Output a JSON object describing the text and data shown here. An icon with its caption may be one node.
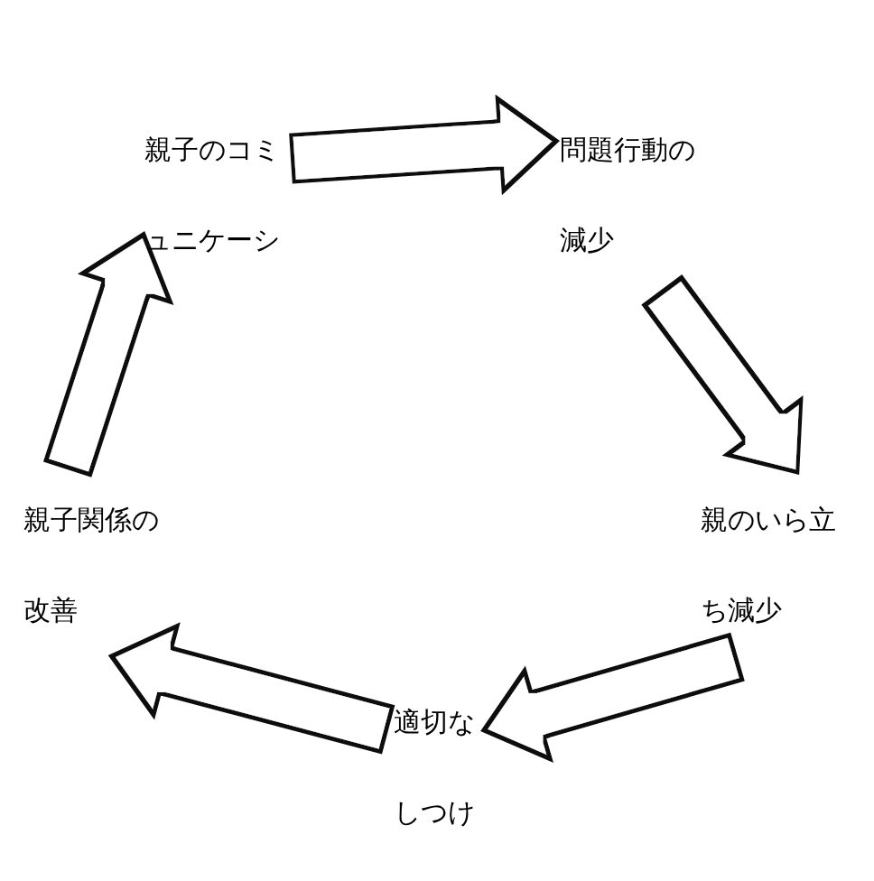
{
  "diagram": {
    "nodes": [
      {
        "text": [
          "親子のコミュニケーシ"
        ]
      },
      {
        "text": [
          "問題行動の減少"
        ]
      },
      {
        "text": [
          "親のいら立ち減少"
        ]
      },
      {
        "text": [
          "適切なしつけ"
        ]
      },
      {
        "text": [
          "親子関係の改善"
        ]
      }
    ],
    "edges": [
      {
        "from": 0,
        "to": 1,
        "arrow": "to"
      },
      {
        "from": 1,
        "to": 2,
        "arrow": "to"
      },
      {
        "from": 2,
        "to": 3,
        "arrow": "to"
      },
      {
        "from": 3,
        "to": 4,
        "arrow": "to"
      },
      {
        "from": 4,
        "to": 0,
        "arrow": "to"
      }
    ]
  }
}
